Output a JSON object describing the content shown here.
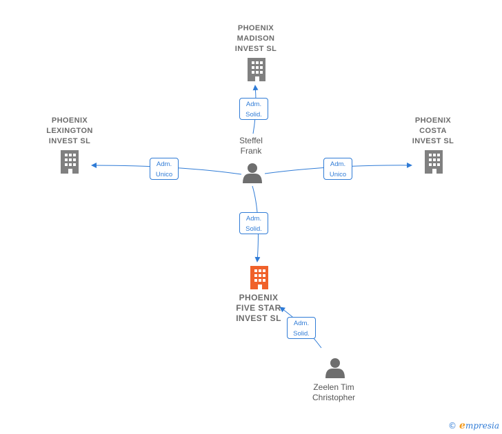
{
  "companies": {
    "madison": {
      "label": "PHOENIX\nMADISON\nINVEST  SL",
      "color": "#808080"
    },
    "lexington": {
      "label": "PHOENIX\nLEXINGTON\nINVEST  SL",
      "color": "#808080"
    },
    "costa": {
      "label": "PHOENIX\nCOSTA\nINVEST  SL",
      "color": "#808080"
    },
    "five_star": {
      "label": "PHOENIX\nFIVE STAR\nINVEST  SL",
      "color": "#f0612a"
    }
  },
  "people": {
    "steffel": {
      "label": "Steffel\nFrank"
    },
    "zeelen": {
      "label": "Zeelen Tim\nChristopher"
    }
  },
  "relations": {
    "steffel_madison": {
      "line1": "Adm.",
      "line2": "Solid."
    },
    "steffel_lexington": {
      "line1": "Adm.",
      "line2": "Unico"
    },
    "steffel_costa": {
      "line1": "Adm.",
      "line2": "Unico"
    },
    "steffel_five_star": {
      "line1": "Adm.",
      "line2": "Solid."
    },
    "zeelen_five_star": {
      "line1": "Adm.",
      "line2": "Solid."
    }
  },
  "colors": {
    "edge": "#2f7bd6",
    "person": "#6e6e6e"
  },
  "footer": {
    "copyright": "©",
    "brand_initial": "e",
    "brand_rest": "mpresia"
  }
}
